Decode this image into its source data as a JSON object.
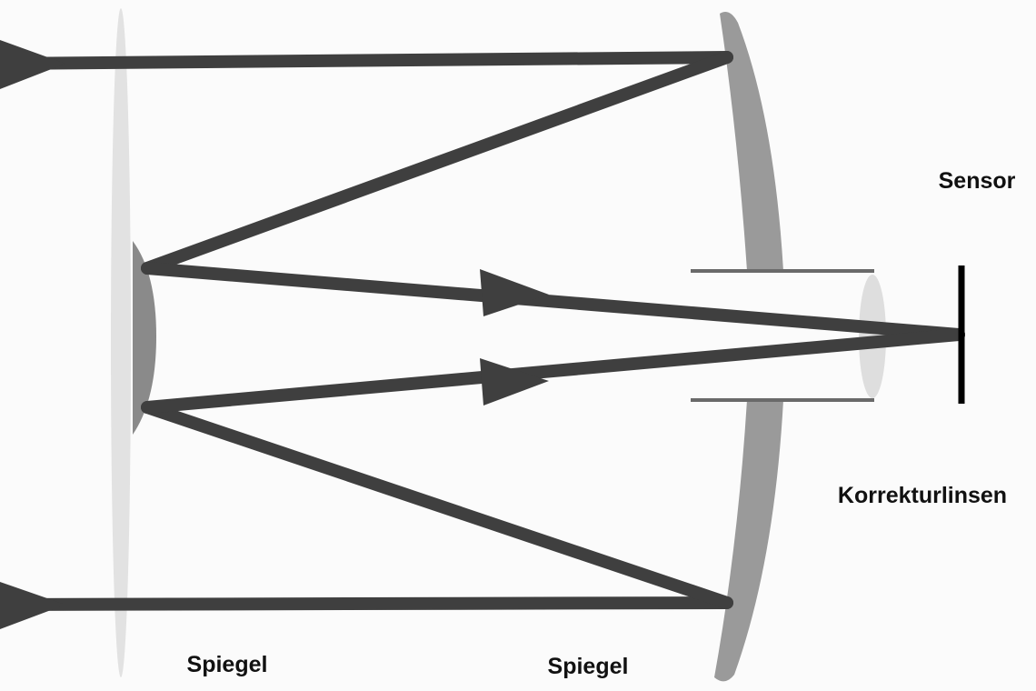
{
  "labels": {
    "sensor": "Sensor",
    "corrector_lenses": "Korrekturlinsen",
    "secondary_mirror": "Spiegel",
    "primary_mirror": "Spiegel"
  },
  "colors": {
    "ray": "#3f3f3f",
    "primary_mirror": "#9a9a9a",
    "secondary_mirror": "#8a8a8a",
    "corrector_plate": "#e2e2e2",
    "tube": "#6a6a6a",
    "sensor": "#000000"
  }
}
